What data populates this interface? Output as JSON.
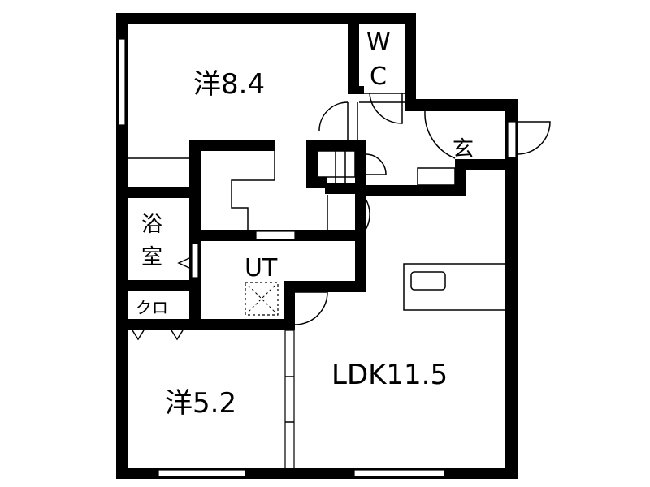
{
  "floor_plan": {
    "rooms": {
      "western_room_1": "洋8.4",
      "toilet_w": "W",
      "toilet_c": "C",
      "entrance": "玄",
      "bathroom_1": "浴",
      "bathroom_2": "室",
      "utility": "UT",
      "closet": "クロ",
      "western_room_2": "洋5.2",
      "ldk": "LDK11.5"
    }
  }
}
